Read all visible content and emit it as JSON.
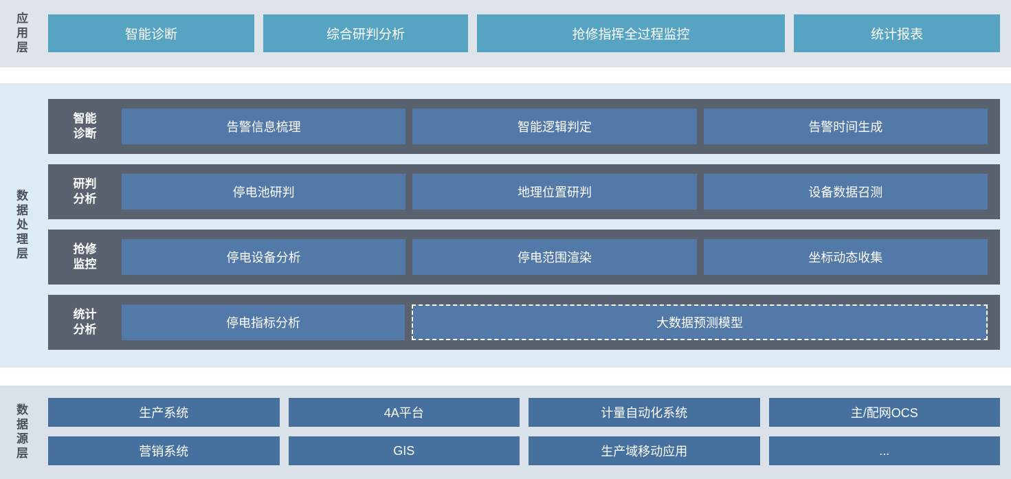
{
  "colors": {
    "app_band_bg": "#dfe4eb",
    "app_button": "#57a4c2",
    "processing_band_bg": "#dcebf4",
    "processing_row_bg": "#5a6270",
    "processing_item": "#5379a8",
    "source_band_bg": "#dbe1e9",
    "source_button": "#46709e",
    "side_label_text": "#4b515c",
    "button_text": "#ffffff"
  },
  "layers": {
    "app": {
      "label": "应用层",
      "buttons": [
        {
          "label": "智能诊断"
        },
        {
          "label": "综合研判分析"
        },
        {
          "label": "抢修指挥全过程监控"
        },
        {
          "label": "统计报表"
        }
      ]
    },
    "processing": {
      "label": "数据处理层",
      "rows": [
        {
          "label": "智能诊断",
          "items": [
            "告警信息梳理",
            "智能逻辑判定",
            "告警时间生成"
          ]
        },
        {
          "label": "研判分析",
          "items": [
            "停电池研判",
            "地理位置研判",
            "设备数据召测"
          ]
        },
        {
          "label": "抢修监控",
          "items": [
            "停电设备分析",
            "停电范围渲染",
            "坐标动态收集"
          ]
        },
        {
          "label": "统计分析",
          "items": [
            "停电指标分析"
          ],
          "dashed_item": "大数据预测模型"
        }
      ]
    },
    "source": {
      "label": "数据源层",
      "rows": [
        [
          "生产系统",
          "4A平台",
          "计量自动化系统",
          "主/配网OCS"
        ],
        [
          "营销系统",
          "GIS",
          "生产域移动应用",
          "..."
        ]
      ]
    }
  }
}
